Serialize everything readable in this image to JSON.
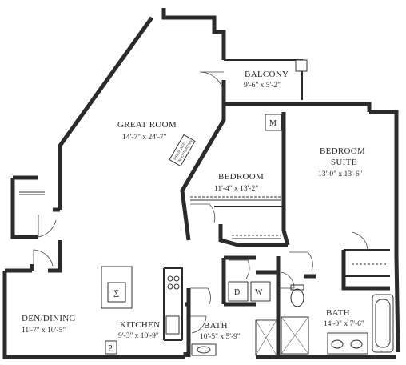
{
  "rooms": {
    "balcony": {
      "name": "BALCONY",
      "dims": "9'-6\" x 5'-2\""
    },
    "great_room": {
      "name": "GREAT ROOM",
      "dims": "14'-7\" x 24'-7\""
    },
    "bedroom": {
      "name": "BEDROOM",
      "dims": "11'-4\" x 13'-2\""
    },
    "bedroom_suite": {
      "name_line1": "BEDROOM",
      "name_line2": "SUITE",
      "dims": "13'-0\" x 13'-6\""
    },
    "den_dining": {
      "name": "DEN/DINING",
      "dims": "11'-7\" x 10'-5\""
    },
    "kitchen": {
      "name": "KITCHEN",
      "dims": "9'-3\" x 10'-9\""
    },
    "bath_1": {
      "name": "BATH",
      "dims": "10'-5\" x 5'-9\""
    },
    "bath_2": {
      "name": "BATH",
      "dims": "14'-0\" x 7'-6\""
    }
  },
  "fixtures": {
    "fireplace_line1": "FIREPLACE",
    "fireplace_line2": "W/ ENTERTAIN",
    "mechanical": "M",
    "washer": "W",
    "dryer": "D",
    "pantry": "P",
    "island_mark": "∑"
  }
}
